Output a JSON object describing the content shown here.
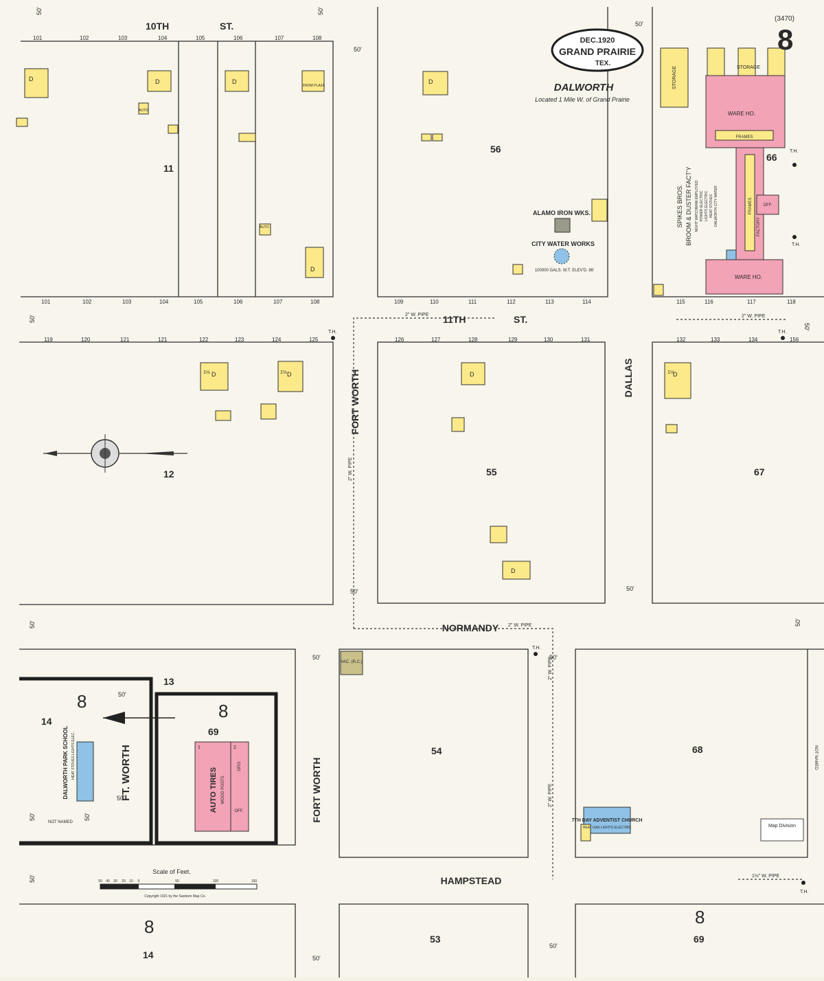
{
  "sheet": {
    "number": "8",
    "plate_code": "(3470)",
    "cartouche": {
      "date": "DEC.1920",
      "place": "GRAND PRAIRIE",
      "state": "TEX."
    },
    "locality": "DALWORTH",
    "locality_note": "Located 1 Mile W. of Grand Prairie",
    "stamp": "Map Division",
    "copyright": "Copyright 1921 by the Sanborn Map Co."
  },
  "streets": {
    "tenth": "10TH",
    "tenth_suffix": "ST.",
    "eleventh": "11TH",
    "eleventh_suffix": "ST.",
    "normandy": "NORMANDY",
    "hampstead": "HAMPSTEAD",
    "fort_worth": "FORT WORTH",
    "ft_worth": "FT. WORTH",
    "dallas": "DALLAS",
    "not_named": "NOT NAMED"
  },
  "width_labels": {
    "fifty": "50'"
  },
  "pipes": {
    "two_inch": "2\" W. PIPE",
    "one_half_inch": "1½\" W. PIPE"
  },
  "hydrant": "T.H.",
  "blocks": {
    "b11": "11",
    "b12": "12",
    "b13": "13",
    "b14": "14",
    "b53": "53",
    "b54": "54",
    "b55": "55",
    "b56": "56",
    "b66": "66",
    "b67": "67",
    "b68": "68",
    "b69": "69",
    "adjoining_sheet": "8"
  },
  "lot_numbers": {
    "row_10th_top": [
      "101",
      "102",
      "103",
      "104",
      "105",
      "106",
      "107",
      "108"
    ],
    "row_10th_bottom": [
      "101",
      "102",
      "103",
      "104",
      "105",
      "106",
      "107",
      "108"
    ],
    "row_56_bottom": [
      "109",
      "110",
      "111",
      "112",
      "113",
      "114"
    ],
    "row_66_bottom": [
      "115",
      "116",
      "117",
      "118"
    ],
    "row_12": [
      "119",
      "120",
      "121",
      "121",
      "122",
      "123",
      "124",
      "125"
    ],
    "row_55": [
      "126",
      "127",
      "128",
      "129",
      "130",
      "131"
    ],
    "row_67": [
      "132",
      "133",
      "134",
      "156"
    ]
  },
  "landmarks": {
    "alamo": "ALAMO IRON WKS.",
    "water_works": "CITY WATER WORKS",
    "water_tank": "100000 GALS. W.T. ELEV'D. 86'",
    "spikes_title": "SPIKES BROS.",
    "spikes_sub": "BROOM & DUSTER FACT'Y",
    "spikes_notes": [
      "NIGHT WATCHMAN EMPLOYED",
      "POWER ELECTRIC",
      "LIGHTS ELECTRIC",
      "HEAT STOVES",
      "DALWORTH CITY WATER"
    ],
    "storage": "STORAGE",
    "ware_ho": "WARE HO.",
    "frames": "FRAMES",
    "factory": "FACTORY",
    "off": "OFF.",
    "school": "DALWORTH PARK SCHOOL",
    "school_notes": "HEAT STOVES LIGHTS ELEC.",
    "auto_tires": "AUTO TIRES",
    "wood_posts": "WOOD POSTS",
    "gro": "GRO.",
    "off2": "OFF.",
    "church": "7TH DAY ADVENTIST CHURCH",
    "church_notes": "HEAT GAS LIGHTS ELECTRIC",
    "vac": "VAC. (R.C.)",
    "from_plaza": "FROM PLAZA"
  },
  "building_codes": {
    "dwelling": "D",
    "auto": "AUTO",
    "one_half": "1½",
    "one": "1",
    "two": "2"
  },
  "scale": {
    "label": "Scale of Feet.",
    "ticks": [
      "50",
      "40",
      "30",
      "20",
      "10",
      "0",
      "50",
      "100",
      "150"
    ]
  },
  "colors": {
    "paper": "#f7f5ec",
    "frame": "#fbe98a",
    "brick": "#f2a3b5",
    "stone": "#8fc2e6",
    "line": "#2f2f2f"
  }
}
